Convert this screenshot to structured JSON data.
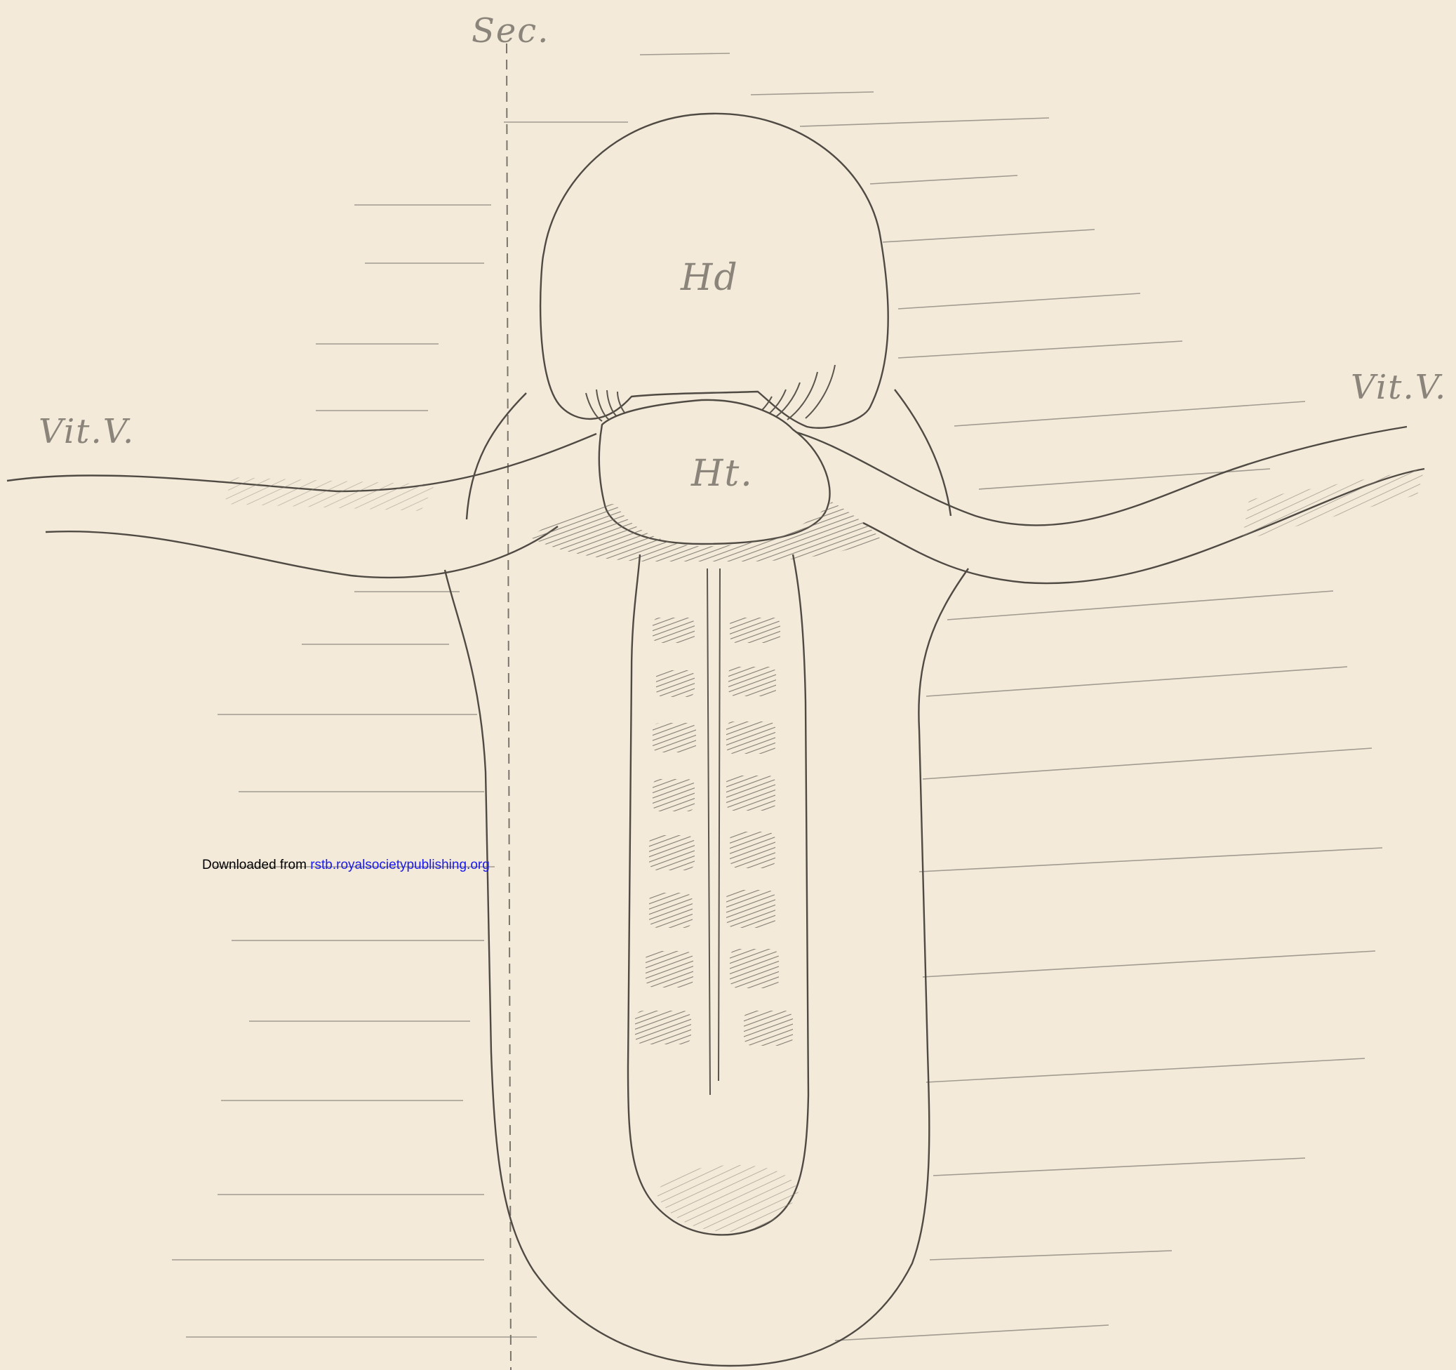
{
  "labels": {
    "section": "Sec.",
    "head": "Hd",
    "heart": "Ht.",
    "vitelline_left": "Vit.V.",
    "vitelline_right": "Vit.V."
  },
  "download_note": {
    "prefix": "Downloaded from ",
    "link": "rstb.royalsocietypublishing.org"
  },
  "colors": {
    "paper": "#f3ead9",
    "ink": "#6f6a62",
    "link": "#1a1aee"
  }
}
